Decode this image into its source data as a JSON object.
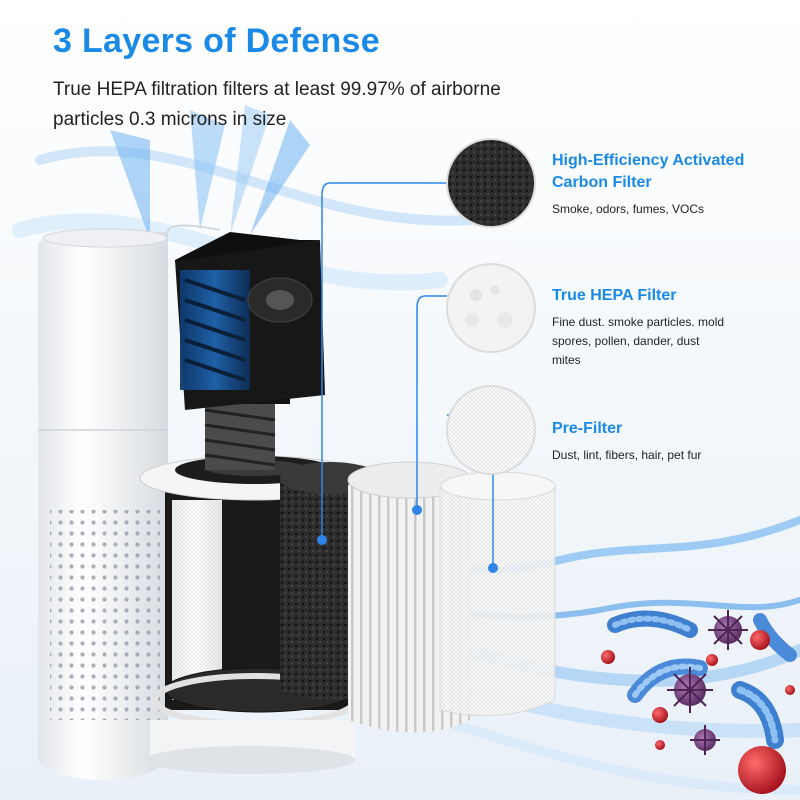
{
  "headline": "3 Layers of Defense",
  "subline": "True HEPA filtration filters at least 99.97% of airborne particles 0.3 microns in size",
  "features": [
    {
      "title": "High-Efficiency Activated Carbon Filter",
      "desc": "Smoke, odors, fumes, VOCs",
      "icon": "carbon-filter-swatch"
    },
    {
      "title": "True HEPA Filter",
      "desc": "Fine dust. smoke particles. mold spores, pollen, dander, dust mites",
      "icon": "hepa-filter-swatch"
    },
    {
      "title": "Pre-Filter",
      "desc": "Dust, lint, fibers, hair, pet fur",
      "icon": "mesh-prefilter-swatch"
    }
  ],
  "colors": {
    "accent": "#1a8ae6",
    "connector": "#2f86e8",
    "carbon": "#2b2b2b",
    "airflow": "#5aa8ee"
  }
}
